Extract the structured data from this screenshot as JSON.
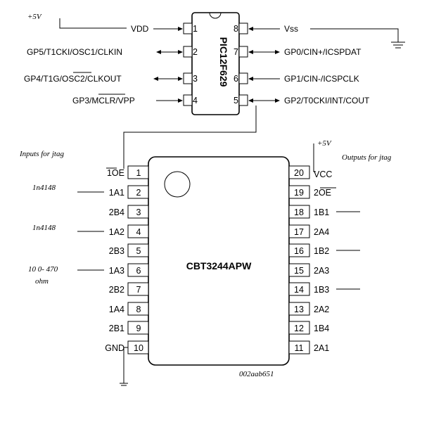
{
  "notes": {
    "vplus_top": "+5V",
    "vplus_mid": "+5V",
    "inputs": "Inputs for jtag",
    "outputs": "Outputs for jtag",
    "diode1": "1n4148",
    "diode2": "1n4148",
    "res_a": "10 0- 470",
    "res_b": "ohm",
    "drawing_id": "002aab651"
  },
  "pic": {
    "name": "PIC12F629",
    "left_pins": [
      {
        "num": "1",
        "label": "VDD"
      },
      {
        "num": "2",
        "label": "GP5/T1CKI/OSC1/CLKIN"
      },
      {
        "num": "3",
        "label": "GP4/T1G/OSC2/CLKOUT"
      },
      {
        "num": "4",
        "label": "GP3/MCLR/VPP"
      }
    ],
    "right_pins": [
      {
        "num": "8",
        "label": "Vss"
      },
      {
        "num": "7",
        "label": "GP0/CIN+/ICSPDAT"
      },
      {
        "num": "6",
        "label": "GP1/CIN-/ICSPCLK"
      },
      {
        "num": "5",
        "label": "GP2/T0CKI/INT/COUT"
      }
    ]
  },
  "cbt": {
    "name": "CBT3244APW",
    "left_pins": [
      {
        "num": "1",
        "label": "1OE"
      },
      {
        "num": "2",
        "label": "1A1"
      },
      {
        "num": "3",
        "label": "2B4"
      },
      {
        "num": "4",
        "label": "1A2"
      },
      {
        "num": "5",
        "label": "2B3"
      },
      {
        "num": "6",
        "label": "1A3"
      },
      {
        "num": "7",
        "label": "2B2"
      },
      {
        "num": "8",
        "label": "1A4"
      },
      {
        "num": "9",
        "label": "2B1"
      },
      {
        "num": "10",
        "label": "GND"
      }
    ],
    "right_pins": [
      {
        "num": "20",
        "label": "VCC"
      },
      {
        "num": "19",
        "label": "2OE"
      },
      {
        "num": "18",
        "label": "1B1"
      },
      {
        "num": "17",
        "label": "2A4"
      },
      {
        "num": "16",
        "label": "1B2"
      },
      {
        "num": "15",
        "label": "2A3"
      },
      {
        "num": "14",
        "label": "1B3"
      },
      {
        "num": "13",
        "label": "2A2"
      },
      {
        "num": "12",
        "label": "1B4"
      },
      {
        "num": "11",
        "label": "2A1"
      }
    ]
  }
}
